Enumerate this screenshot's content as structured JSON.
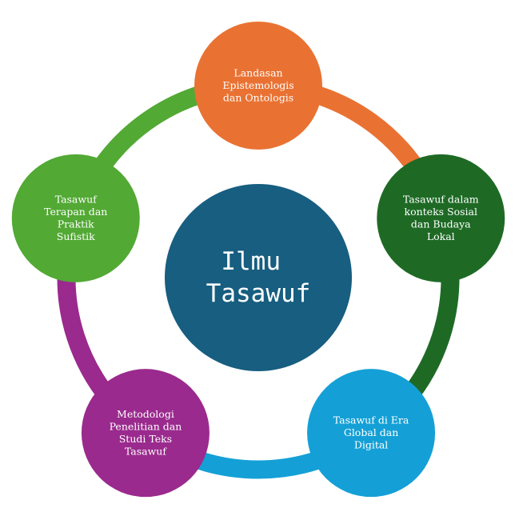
{
  "center": {
    "lines": [
      "Ilmu",
      "Tasawuf"
    ],
    "color": "#175e80"
  },
  "nodes": [
    {
      "id": "landasan",
      "lines": [
        "Landasan",
        "Epistemologis",
        "dan Ontologis"
      ],
      "color": "#e97233"
    },
    {
      "id": "sosial",
      "lines": [
        "Tasawuf dalam",
        "konteks Sosial",
        "dan Budaya",
        "Lokal"
      ],
      "color": "#1e6a25"
    },
    {
      "id": "global",
      "lines": [
        "Tasawuf di Era",
        "Global dan",
        "Digital"
      ],
      "color": "#14a0d6"
    },
    {
      "id": "metodologi",
      "lines": [
        "Metodologi",
        "Penelitian dan",
        "Studi Teks",
        "Tasawuf"
      ],
      "color": "#9a2a8d"
    },
    {
      "id": "terapan",
      "lines": [
        "Tasawuf",
        "Terapan dan",
        "Praktik",
        "Sufistik"
      ],
      "color": "#52a934"
    }
  ]
}
